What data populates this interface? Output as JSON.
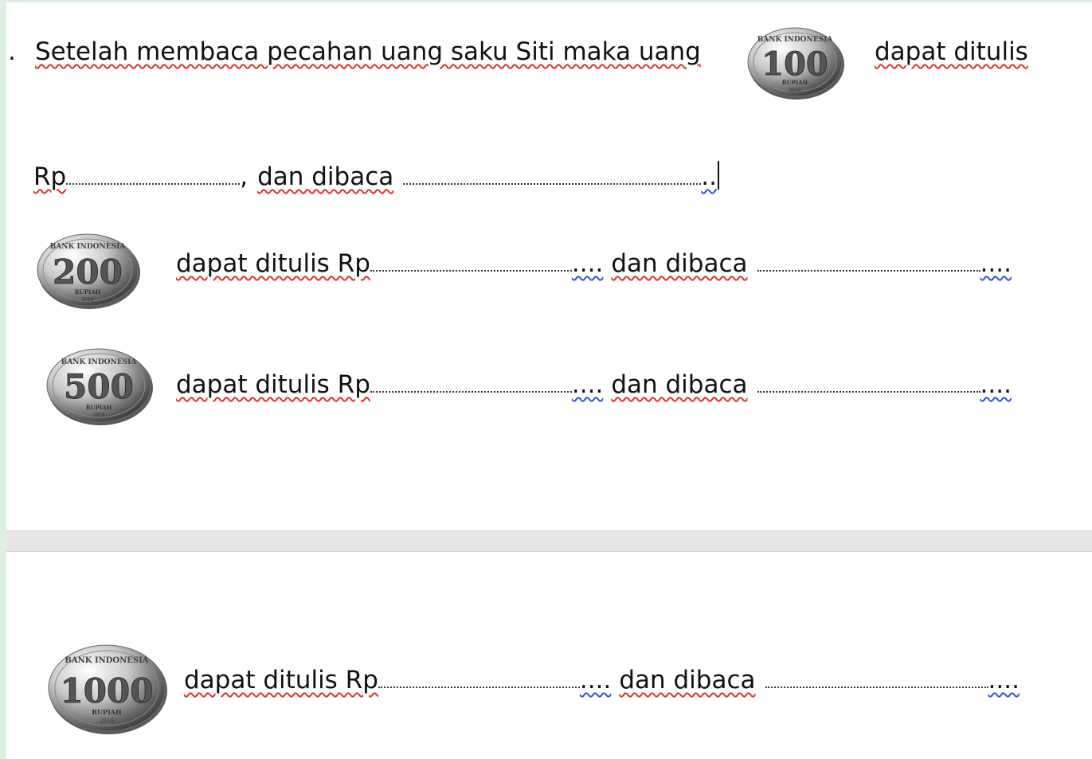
{
  "q_marker": ".",
  "line1_text": "Setelah membaca pecahan uang saku Siti maka uang",
  "dapat_ditulis": "dapat ditulis",
  "rp": "Rp",
  "comma_text": ",",
  "dan_dibaca": "dan dibaca",
  "dapat_ditulis_rp": "dapat ditulis Rp",
  "ellipsis2": "..",
  "ellipsis4": "....",
  "ellipsis3": "...",
  "coins": [
    {
      "value": "100",
      "top": "BANK INDONESIA",
      "bottom": "RUPIAH",
      "year": "2016"
    },
    {
      "value": "200",
      "top": "BANK INDONESIA",
      "bottom": "RUPIAH",
      "year": "2016"
    },
    {
      "value": "500",
      "top": "BANK INDONESIA",
      "bottom": "RUPIAH",
      "year": "2016"
    },
    {
      "value": "1000",
      "top": "BANK INDONESIA",
      "bottom": "RUPIAH",
      "year": "2016"
    }
  ]
}
